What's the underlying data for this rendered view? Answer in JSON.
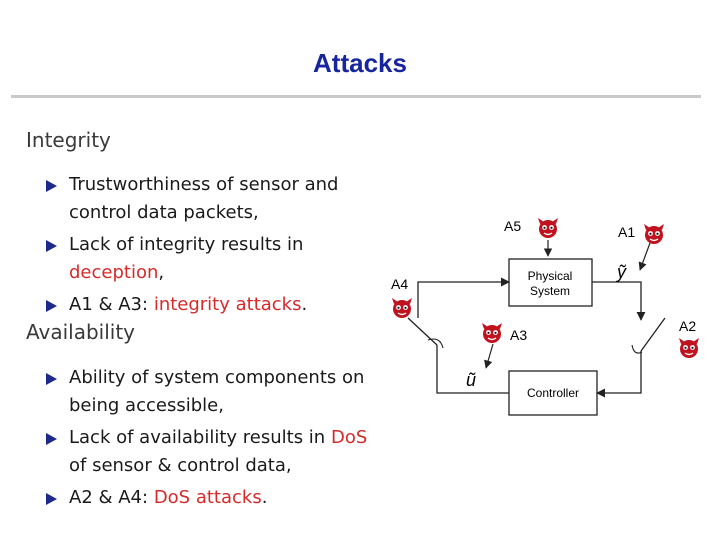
{
  "slide": {
    "title": "Attacks"
  },
  "integrity": {
    "heading": "Integrity",
    "b1": "Trustworthiness of sensor and control data packets,",
    "b2_pre": "Lack of integrity results in",
    "b2_red": "deception",
    "b2_post": ",",
    "b3_pre": "A1 & A3:",
    "b3_red": "integrity attacks",
    "b3_post": "."
  },
  "availability": {
    "heading": "Availability",
    "b1": "Ability of system components on being accessible,",
    "b2_pre": "Lack of availability results in",
    "b2_red": "DoS",
    "b2_post": "of sensor & control data,",
    "b3_pre": "A2 & A4:",
    "b3_red": "DoS attacks",
    "b3_post": "."
  },
  "diagram": {
    "physical_line1": "Physical",
    "physical_line2": "System",
    "controller": "Controller",
    "a1": "A1",
    "a2": "A2",
    "a3": "A3",
    "a4": "A4",
    "a5": "A5",
    "y_tilde": "ỹ",
    "u_tilde": "ũ",
    "devil_icon": "devil-face-icon"
  }
}
